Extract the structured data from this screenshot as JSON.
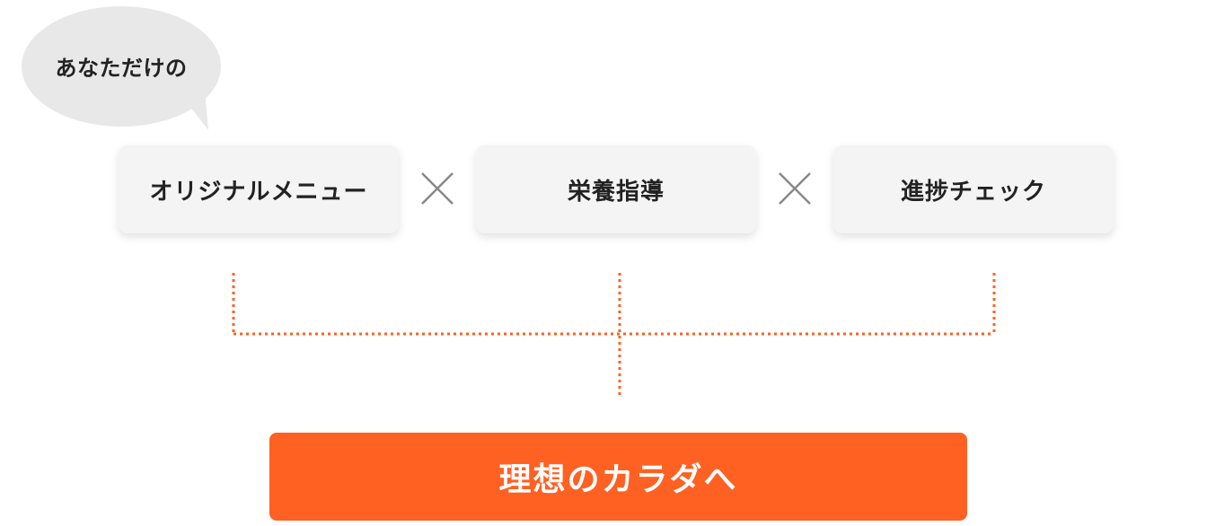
{
  "bubble": {
    "text": "あなただけの"
  },
  "cards": [
    {
      "label": "オリジナルメニュー"
    },
    {
      "label": "栄養指導"
    },
    {
      "label": "進捗チェック"
    }
  ],
  "operator_icon": "times-icon",
  "cta": {
    "label": "理想のカラダへ"
  },
  "colors": {
    "bubble_fill": "#e8e8e8",
    "card_fill": "#f4f4f4",
    "connector": "#ff6122",
    "cta_fill": "#ff6122",
    "cta_text": "#ffffff",
    "operator": "#888888"
  }
}
